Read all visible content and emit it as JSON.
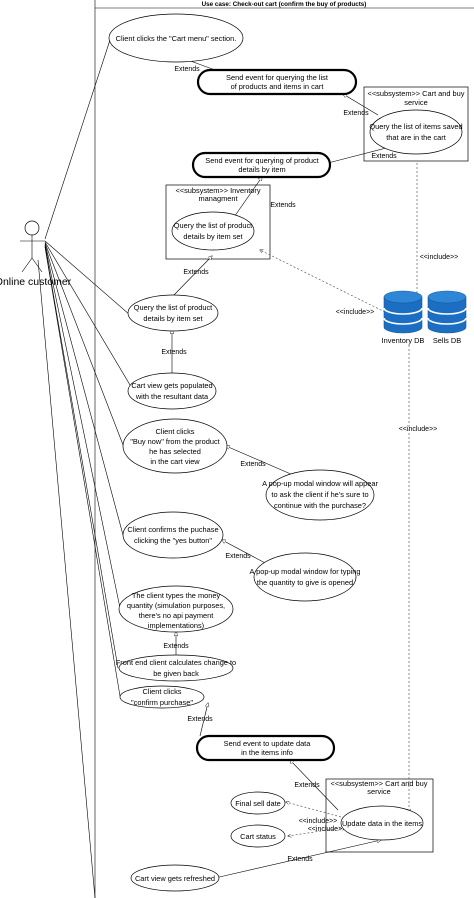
{
  "title": "Use case: Check-out cart (confirm the buy of products)",
  "actor": "Online customer",
  "use_cases": {
    "cart_menu": [
      "Client clicks the \"Cart menu\" section."
    ],
    "send_event_products": [
      "Send event for querying the list",
      "of products and items in cart"
    ],
    "query_items_saved": [
      "Query the list of items saved",
      "that are in the cart"
    ],
    "send_event_product_details": [
      "Send event for querying of product",
      "details by item"
    ],
    "query_product_details_inv": [
      "Query the list of product",
      "details by item set"
    ],
    "query_product_details": [
      "Query the list of product",
      "details by item set"
    ],
    "cart_view_populated": [
      "Cart view gets populated",
      "with the resultant data"
    ],
    "buy_now": [
      "Client clicks",
      "\"Buy now\" from the product",
      "he has selected",
      "in the cart view"
    ],
    "popup_confirm": [
      "A pop-up modal window will appear",
      "to ask the client if he's sure to",
      "continue with the purchase?"
    ],
    "confirm_purchase_yes": [
      "Client confirms the puchase",
      "clicking the \"yes button\""
    ],
    "popup_quantity": [
      "A pop-up modal window for typing",
      "the quantity to give is opened"
    ],
    "types_money": [
      "The client types the money",
      "quantity (simulation purposes,",
      "there's no api payment",
      "implementations)"
    ],
    "calc_change": [
      "Front end client calculates change to",
      "be given back"
    ],
    "confirm_purchase": [
      "Client clicks",
      "\"confirm purchase\""
    ],
    "send_event_update": [
      "Send event to update data",
      "in the items info"
    ],
    "final_sell_date": [
      "Final sell date"
    ],
    "cart_status": [
      "Cart status"
    ],
    "update_items": [
      "Update data in the items"
    ],
    "cart_refreshed": [
      "Cart view gets refreshed"
    ]
  },
  "subsystems": {
    "cart_buy_top": [
      "<<subsystem>> Cart and buy",
      "service"
    ],
    "inventory": [
      "<<subsystem>> Inventory",
      "managment"
    ],
    "cart_buy_bottom": [
      "<<subsystem>> Cart and buy",
      "service"
    ]
  },
  "databases": {
    "inventory_db": "Inventory DB",
    "sells_db": "Sells DB"
  },
  "relation_labels": {
    "extends": "Extends",
    "include": "<<include>>"
  },
  "colors": {
    "line": "#000000",
    "db_fill": "#1b6ec2",
    "db_band": "#ffffff"
  }
}
